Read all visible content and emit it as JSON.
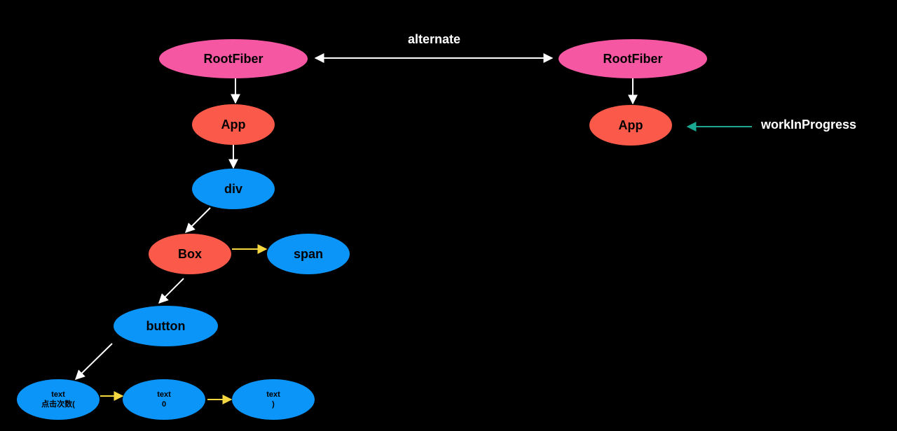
{
  "colors": {
    "background": "#000000",
    "root_fill": "#f557a3",
    "component_fill": "#fb5a4b",
    "host_fill": "#0b95f9",
    "edge_white": "#ffffff",
    "edge_sibling": "#f5d742",
    "edge_pointer": "#1aa691"
  },
  "nodes": {
    "left_root": {
      "label": "RootFiber"
    },
    "left_app": {
      "label": "App"
    },
    "div": {
      "label": "div"
    },
    "box": {
      "label": "Box"
    },
    "span": {
      "label": "span"
    },
    "button": {
      "label": "button"
    },
    "text1": {
      "line1": "text",
      "line2": "点击次数("
    },
    "text2": {
      "line1": "text",
      "line2": "0"
    },
    "text3": {
      "line1": "text",
      "line2": ")"
    },
    "right_root": {
      "label": "RootFiber"
    },
    "right_app": {
      "label": "App"
    }
  },
  "labels": {
    "alternate": "alternate",
    "work_in_progress": "workInProgress"
  }
}
